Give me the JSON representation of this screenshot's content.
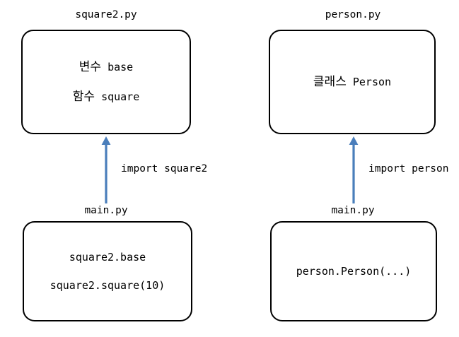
{
  "diagram": {
    "type": "module-import-diagram",
    "background_color": "#ffffff",
    "line_color": "#000000",
    "arrow_color": "#4a7ebb",
    "columns": [
      {
        "id": "square2",
        "module_caption": "square2.py",
        "module_box": {
          "lines": [
            {
              "korean": "변수",
              "latin": "base"
            },
            {
              "korean": "함수",
              "latin": "square"
            }
          ]
        },
        "arrow_label": "import square2",
        "caller_caption": "main.py",
        "caller_box": {
          "lines": [
            {
              "korean": "",
              "latin": "square2.base"
            },
            {
              "korean": "",
              "latin": "square2.square(10)"
            }
          ]
        }
      },
      {
        "id": "person",
        "module_caption": "person.py",
        "module_box": {
          "lines": [
            {
              "korean": "클래스",
              "latin": "Person"
            }
          ]
        },
        "arrow_label": "import person",
        "caller_caption": "main.py",
        "caller_box": {
          "lines": [
            {
              "korean": "",
              "latin": "person.Person(...)"
            }
          ]
        }
      }
    ]
  }
}
